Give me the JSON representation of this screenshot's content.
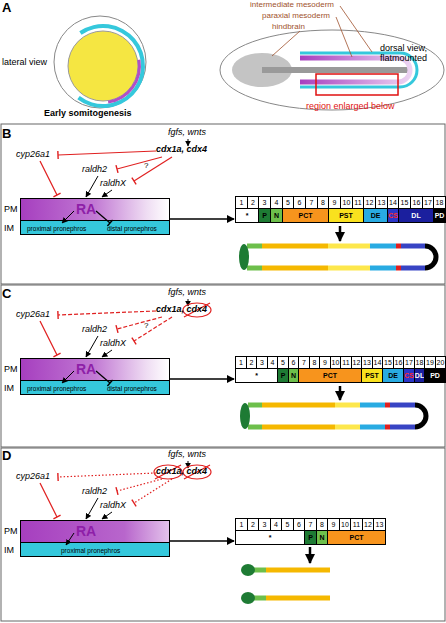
{
  "diagram": {
    "nodes": [
      {
        "text": [
          "PM",
          "RA"
        ]
      },
      {
        "text": [
          "IM",
          "proximal pronephros",
          "distal pronephros"
        ]
      },
      {
        "text": [
          "1",
          "2",
          "3",
          "4",
          "5",
          "6",
          "7",
          "8",
          "9",
          "10",
          "11",
          "12",
          "13",
          "14",
          "15",
          "16",
          "17",
          "18",
          "*",
          "P",
          "N",
          "PCT",
          "PST",
          "DE",
          "CS",
          "DL",
          "PD"
        ]
      },
      {
        "text": [
          "PM",
          "RA"
        ]
      },
      {
        "text": [
          "IM",
          "proximal pronephros",
          "distal pronephros"
        ]
      },
      {
        "text": [
          "1",
          "2",
          "3",
          "4",
          "5",
          "6",
          "7",
          "8",
          "9",
          "10",
          "11",
          "12",
          "13",
          "14",
          "15",
          "16",
          "17",
          "18",
          "19",
          "20",
          "*",
          "P",
          "N",
          "PCT",
          "PST",
          "DE",
          "CS",
          "DL",
          "PD"
        ]
      },
      {
        "text": [
          "PM",
          "RA"
        ]
      },
      {
        "text": [
          "IM",
          "proximal pronephros"
        ]
      },
      {
        "text": [
          "1",
          "2",
          "3",
          "4",
          "5",
          "6",
          "7",
          "8",
          "9",
          "10",
          "11",
          "12",
          "13",
          "*",
          "P",
          "N",
          "PCT"
        ]
      }
    ],
    "edges": [
      {
        "from": 0,
        "to": 2,
        "arrow": "to"
      },
      {
        "from": 3,
        "to": 5,
        "arrow": "to"
      },
      {
        "from": 6,
        "to": 8,
        "arrow": "to"
      }
    ],
    "labels": [
      "A",
      "lateral view",
      "Early somitogenesis",
      "intermediate mesoderm",
      "paraxial mesoderm",
      "hindbrain",
      "dorsal view, flatmounted",
      "region enlarged below",
      "B",
      "fgfs, wnts",
      "cdx1a, cdx4",
      "cyp26a1",
      "raldh2",
      "raldhX",
      "?",
      "C",
      "fgfs, wnts",
      "cdx1a, cdx4",
      "cyp26a1",
      "raldh2",
      "raldhX",
      "?",
      "D",
      "fgfs, wnts",
      "cdx1a, cdx4",
      "cyp26a1",
      "raldh2",
      "raldhX"
    ]
  }
}
